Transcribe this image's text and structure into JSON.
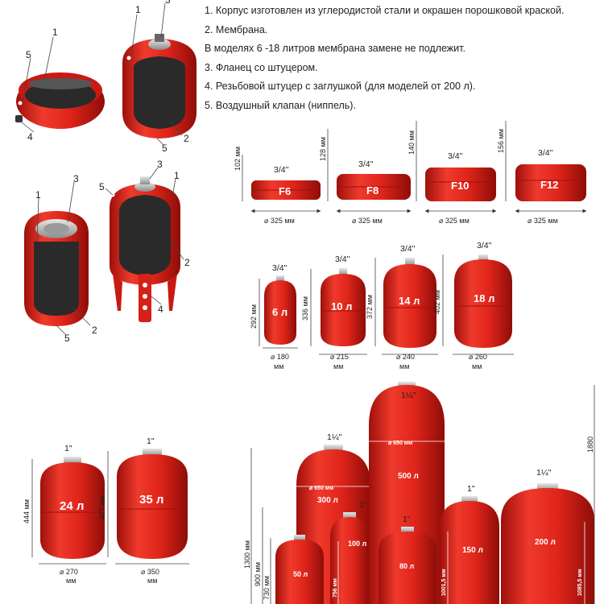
{
  "legend": {
    "line1": "1. Корпус изготовлен из углеродистой стали и окрашен порошковой краской.",
    "line2": "2. Мембрана.",
    "line3": "В моделях 6 -18 литров мембрана замене не подлежит.",
    "line4": "3. Фланец со штуцером.",
    "line5": "4. Резьбовой штуцер с заглушкой (для моделей от 200 л).",
    "line6": "5. Воздушный клапан (ниппель)."
  },
  "callouts": {
    "n1": "1",
    "n2": "2",
    "n3": "3",
    "n4": "4",
    "n5": "5"
  },
  "flat_tanks": [
    {
      "label": "F6",
      "height": "102 мм",
      "connection": "3/4\"",
      "diameter": "⌀ 325 мм"
    },
    {
      "label": "F8",
      "height": "128 мм",
      "connection": "3/4\"",
      "diameter": "⌀ 325 мм"
    },
    {
      "label": "F10",
      "height": "140 мм",
      "connection": "3/4\"",
      "diameter": "⌀ 325 мм"
    },
    {
      "label": "F12",
      "height": "156 мм",
      "connection": "3/4\"",
      "diameter": "⌀ 325 мм"
    }
  ],
  "small_tanks": [
    {
      "label": "6 л",
      "height": "292 мм",
      "connection": "3/4\"",
      "diameter": "⌀ 180",
      "unit": "мм"
    },
    {
      "label": "10 л",
      "height": "336 мм",
      "connection": "3/4\"",
      "diameter": "⌀ 215",
      "unit": "мм"
    },
    {
      "label": "14 л",
      "height": "372 мм",
      "connection": "3/4\"",
      "diameter": "⌀ 240",
      "unit": "мм"
    },
    {
      "label": "18 л",
      "height": "402 мм",
      "connection": "3/4\"",
      "diameter": "⌀ 260",
      "unit": "мм"
    }
  ],
  "mid_tanks": [
    {
      "label": "24 л",
      "height": "444 мм",
      "connection": "1\"",
      "diameter": "⌀ 270",
      "unit": "мм"
    },
    {
      "label": "35 л",
      "height": "427 мм",
      "connection": "1\"",
      "diameter": "⌀ 350",
      "unit": "мм"
    }
  ],
  "large_tanks": {
    "t50": {
      "label": "50 л"
    },
    "t100": {
      "label": "100 л",
      "height": "756 мм",
      "connection": "1\""
    },
    "t80": {
      "label": "80 л",
      "connection": "1\""
    },
    "t150": {
      "label": "150 л",
      "height": "1001,5 мм",
      "connection": "1\""
    },
    "t200": {
      "label": "200 л",
      "height": "1085,5 мм",
      "connection": "1¼\""
    },
    "t300": {
      "label": "300 л",
      "diameter": "⌀ 650 мм",
      "connection": "1¼\""
    },
    "t500": {
      "label": "500 л",
      "diameter": "⌀ 650 мм",
      "connection": "1¼\""
    }
  },
  "large_heights": {
    "h1880": "1880",
    "h1300": "1300 мм",
    "h900": "900 мм",
    "h730": "730 мм"
  },
  "colors": {
    "tank_red": "#e0251b",
    "tank_dark": "#a5120d",
    "membrane": "#2a2a2a",
    "flange": "#b8b8b8"
  }
}
